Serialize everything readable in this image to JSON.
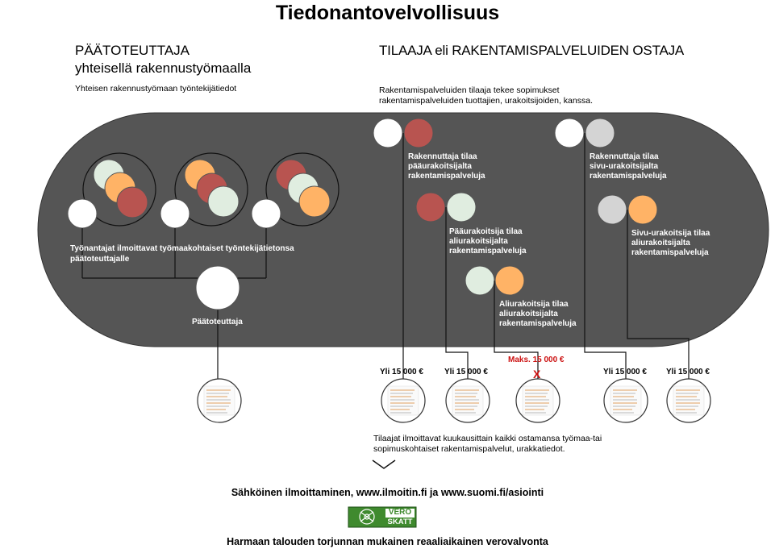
{
  "title": "Tiedonantovelvollisuus",
  "left_header": {
    "line1": "PÄÄTOTEUTTAJA",
    "line2": "yhteisellä rakennustyömaalla",
    "sub": "Yhteisen rakennustyömaan työntekijätiedot"
  },
  "right_header": {
    "line1": "TILAAJA eli RAKENTAMISPALVELUIDEN OSTAJA",
    "sub1": "Rakentamispalveluiden tilaaja tekee sopimukset",
    "sub2": "rakentamispalveluiden tuottajien, urakoitsijoiden, kanssa."
  },
  "labels": {
    "employers_1": "Työnantajat ilmoittavat työmaakohtaiset työntekijätietonsa",
    "employers_2": "päätoteuttajalle",
    "main_implementer": "Päätoteuttaja",
    "builder_main": [
      "Rakennuttaja tilaa",
      "pääurakoitsijalta",
      "rakentamispalveluja"
    ],
    "main_contractor": [
      "Pääurakoitsija tilaa",
      "aliurakoitsijalta",
      "rakentamispalveluja"
    ],
    "sub_contractor": [
      "Aliurakoitsija tilaa",
      "aliurakoitsijalta",
      "rakentamispalveluja"
    ],
    "builder_side": [
      "Rakennuttaja tilaa",
      "sivu-urakoitsijalta",
      "rakentamispalveluja"
    ],
    "side_contractor": [
      "Sivu-urakoitsija tilaa",
      "aliurakoitsijalta",
      "rakentamispalveluja"
    ]
  },
  "amounts": {
    "a1": "Yli 15 000 €",
    "a2": "Yli 15 000 €",
    "a3": "Maks. 15 000 €",
    "a4": "Yli 15 000 €",
    "a5": "Yli 15 000 €",
    "cross": "X"
  },
  "clients_note": {
    "line1": "Tilaajat ilmoittavat kuukausittain kaikki ostamansa työmaa-tai",
    "line2": "sopimuskohtaiset rakentamispalvelut, urakkatiedot."
  },
  "footer": {
    "electronic": "Sähköinen ilmoittaminen, www.ilmoitin.fi ja www.suomi.fi/asiointi",
    "logo_top": "VERO",
    "logo_bottom": "SKATT",
    "realtime": "Harmaan talouden torjunnan mukainen reaaliaikainen verovalvonta"
  },
  "colors": {
    "panel": "#555555",
    "red": "#b85450",
    "orange": "#ffb366",
    "green": "#e0ede0",
    "grey": "#d4d4d4",
    "white": "#ffffff",
    "logo": "#3f8a2e"
  }
}
